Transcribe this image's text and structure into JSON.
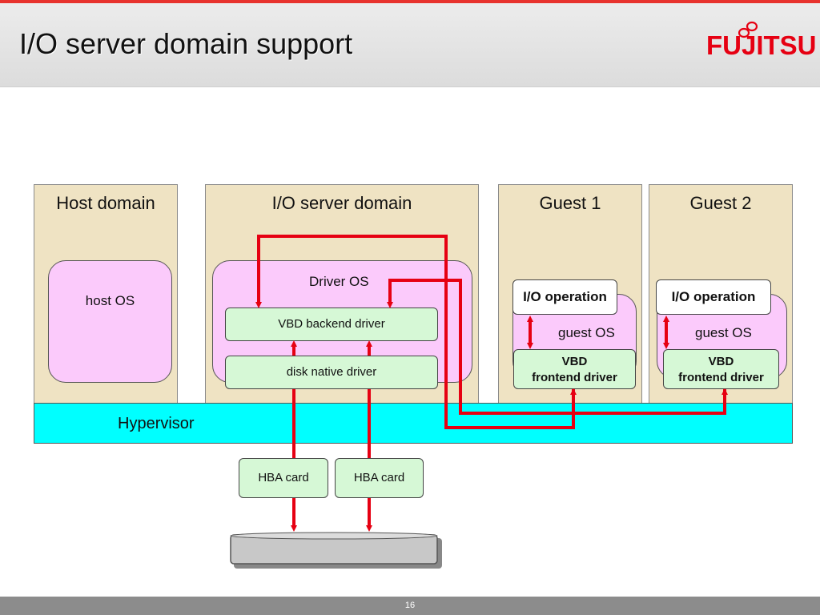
{
  "slide": {
    "title": "I/O server domain support",
    "logo_text": "FUJITSU",
    "page_number": "16"
  },
  "colors": {
    "domain_fill": "#efe3c3",
    "os_fill": "#fbcafb",
    "driver_fill": "#d6f8d6",
    "hypervisor_fill": "#00ffff",
    "path_color": "#e60012",
    "logo_color": "#e60012"
  },
  "domains": {
    "host": {
      "label": "Host domain",
      "os_label": "host OS"
    },
    "io_server": {
      "label": "I/O server domain",
      "os_label": "Driver OS",
      "backend_driver": "VBD backend driver",
      "native_driver": "disk native driver"
    },
    "guest1": {
      "label": "Guest 1",
      "io_operation": "I/O operation",
      "os_label": "guest OS",
      "frontend_line1": "VBD",
      "frontend_line2": "frontend driver"
    },
    "guest2": {
      "label": "Guest 2",
      "io_operation": "I/O operation",
      "os_label": "guest OS",
      "frontend_line1": "VBD",
      "frontend_line2": "frontend driver"
    }
  },
  "hypervisor": {
    "label": "Hypervisor"
  },
  "hardware": {
    "hba_cards": [
      "HBA card",
      "HBA card"
    ],
    "disk_icon": "disk-storage-icon"
  }
}
